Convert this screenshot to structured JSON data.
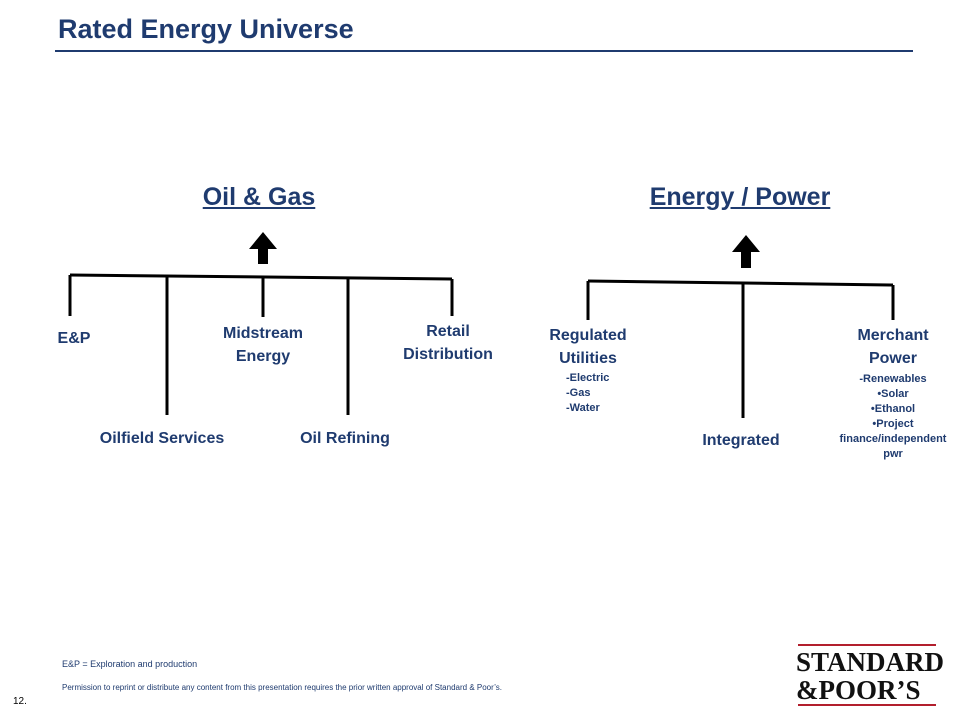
{
  "page": {
    "title": "Rated Energy Universe",
    "page_number": "12."
  },
  "oil_gas": {
    "title": "Oil & Gas",
    "nodes": {
      "ep": "E&P",
      "oilfield": "Oilfield Services",
      "midstream_1": "Midstream",
      "midstream_2": "Energy",
      "refining": "Oil Refining",
      "retail_1": "Retail",
      "retail_2": "Distribution"
    }
  },
  "energy_power": {
    "title": "Energy / Power",
    "nodes": {
      "regulated_1": "Regulated",
      "regulated_2": "Utilities",
      "regulated_subs": [
        "-Electric",
        "-Gas",
        "-Water"
      ],
      "integrated": "Integrated",
      "merchant_1": "Merchant",
      "merchant_2": "Power",
      "merchant_subs": [
        "-Renewables",
        "•Solar",
        "•Ethanol",
        "•Project",
        "finance/independent",
        "pwr"
      ]
    }
  },
  "footer": {
    "footnote": "E&P = Exploration and production",
    "disclaimer": "Permission to reprint or distribute any content from this presentation requires the prior written approval of Standard & Poor’s.",
    "logo_line_1": "STANDARD",
    "logo_line_2": "&POOR’S"
  },
  "colors": {
    "primary": "#1f3b6f",
    "logo_accent": "#b21f2d",
    "lines": "#000000"
  }
}
